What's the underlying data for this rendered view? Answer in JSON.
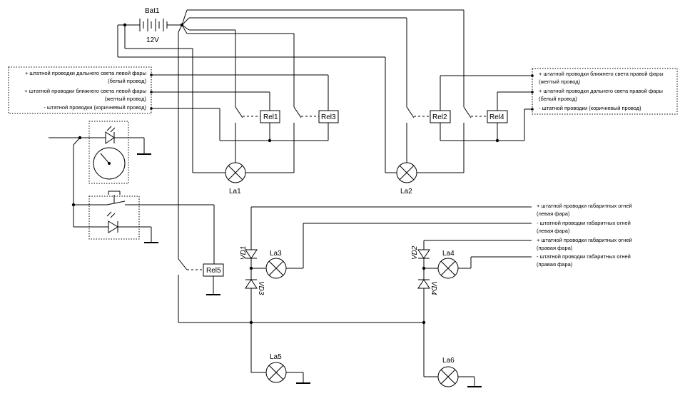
{
  "components": {
    "battery": "Bat1",
    "battery_voltage": "12V",
    "relays": [
      "Rel1",
      "Rel2",
      "Rel3",
      "Rel4",
      "Rel5"
    ],
    "lamps": [
      "La1",
      "La2",
      "La3",
      "La4",
      "La5",
      "La6"
    ],
    "diodes": [
      "VD1",
      "VD2",
      "VD3",
      "VD4"
    ]
  },
  "notes_left": [
    {
      "line1": "+ штатной проводки дальнего света левой фары",
      "line2": "(белый провод)"
    },
    {
      "line1": "+ штатной проводки ближнего света левой фары",
      "line2": "(желтый провод)"
    },
    {
      "line1": "- штатной проводки (коричневый провод)",
      "line2": ""
    }
  ],
  "notes_right": [
    {
      "line1": "+ штатной проводки ближнего света правой фары",
      "line2": "(желтый провод)"
    },
    {
      "line1": "+ штатной проводки дальнего света правой фары",
      "line2": "(белый провод)"
    },
    {
      "line1": "- штатной проводки (коричневый провод)",
      "line2": ""
    }
  ],
  "notes_marker": [
    {
      "line1": "+ штатной проводки габаритных огней",
      "line2": "(левая фара)"
    },
    {
      "line1": "- штатной проводки габаритных огней",
      "line2": "(левая фара)"
    },
    {
      "line1": "+ штатной проводки габаритных огней",
      "line2": "(правая фара)"
    },
    {
      "line1": "- штатной проводки габаритных огней",
      "line2": "(правая фара)"
    }
  ]
}
